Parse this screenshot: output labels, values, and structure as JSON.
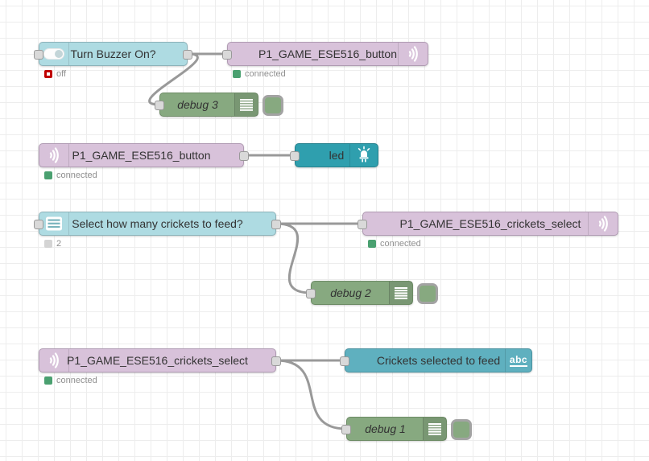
{
  "palette": {
    "canvas_bg": "#ffffff",
    "grid_line": "#ededed",
    "wire": "#999999",
    "port_fill": "#d9d9d9",
    "port_border": "#999999",
    "dashboard_teal": "#aedbe2",
    "dashboard_teal_border": "#8db3ba",
    "mqtt_lavender": "#d8c2da",
    "mqtt_lavender_border": "#b09bb3",
    "debug_green": "#87a980",
    "debug_green_border": "#6e8c66",
    "led_teal": "#2f9fae",
    "led_teal_border": "#26818d",
    "text_teal": "#5fb0bf",
    "text_teal_border": "#4b92a0",
    "status_green": "#4aa070",
    "status_red": "#c00000",
    "status_grey": "#d4d4d4",
    "label_color": "#333333",
    "status_text": "#8f8f8f"
  },
  "icons": {
    "abc_label": "abc",
    "toggle_switch": "toggle-switch-icon",
    "wifi_signal": "wifi-signal-icon",
    "dropdown_list": "dropdown-list-icon",
    "led": "led-icon",
    "debug_list": "debug-list-icon"
  },
  "nodes": {
    "switch_buzzer": {
      "label": "Turn Buzzer On?",
      "status": "off"
    },
    "mqtt_out_button": {
      "label": "P1_GAME_ESE516_button",
      "status": "connected"
    },
    "debug3": {
      "label": "debug 3"
    },
    "mqtt_in_button": {
      "label": "P1_GAME_ESE516_button",
      "status": "connected"
    },
    "led": {
      "label": "led"
    },
    "dropdown_crickets": {
      "label": "Select how many crickets to feed?",
      "status": "2"
    },
    "mqtt_out_crickets": {
      "label": "P1_GAME_ESE516_crickets_select",
      "status": "connected"
    },
    "debug2": {
      "label": "debug 2"
    },
    "mqtt_in_crickets": {
      "label": "P1_GAME_ESE516_crickets_select",
      "status": "connected"
    },
    "text_crickets": {
      "label": "Crickets selected to feed"
    },
    "debug1": {
      "label": "debug 1"
    }
  }
}
